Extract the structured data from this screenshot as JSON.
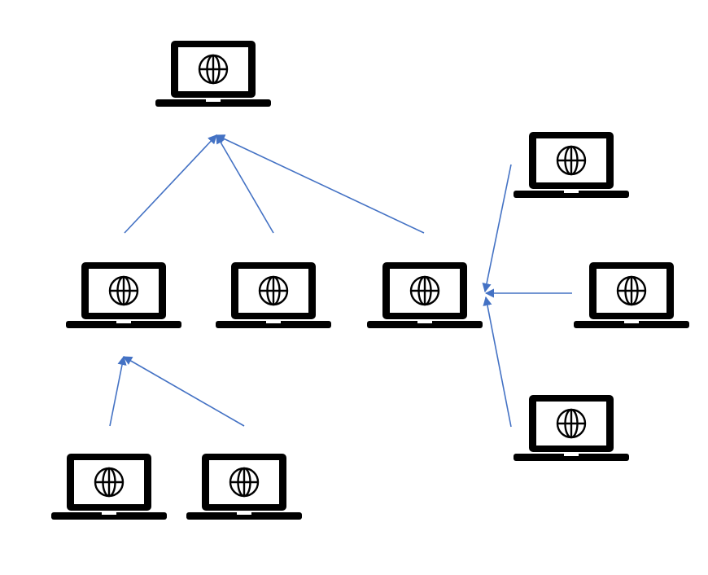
{
  "colors": {
    "arrow": "#4472C4",
    "laptop": "#000000",
    "background": "#ffffff"
  },
  "icon_name": "laptop-globe-icon",
  "nodes": [
    {
      "id": "root"
    },
    {
      "id": "mid-left"
    },
    {
      "id": "mid-center"
    },
    {
      "id": "mid-right"
    },
    {
      "id": "bottom-left-a"
    },
    {
      "id": "bottom-left-b"
    },
    {
      "id": "right-top"
    },
    {
      "id": "right-middle"
    },
    {
      "id": "right-bottom"
    }
  ],
  "edges": [
    {
      "from": "mid-left",
      "to": "root"
    },
    {
      "from": "mid-center",
      "to": "root"
    },
    {
      "from": "mid-right",
      "to": "root"
    },
    {
      "from": "bottom-left-a",
      "to": "mid-left"
    },
    {
      "from": "bottom-left-b",
      "to": "mid-left"
    },
    {
      "from": "right-top",
      "to": "mid-right"
    },
    {
      "from": "right-middle",
      "to": "mid-right"
    },
    {
      "from": "right-bottom",
      "to": "mid-right"
    }
  ]
}
